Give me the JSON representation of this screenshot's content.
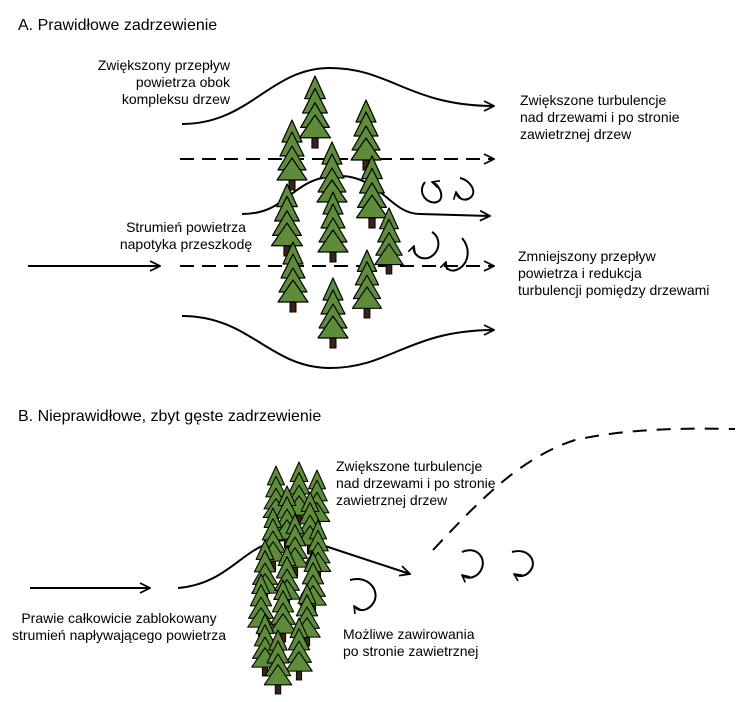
{
  "panel_a": {
    "heading": "A. Prawidłowe zadrzewienie",
    "label_upper_left": [
      "Zwiększony przepływ",
      "powietrza obok",
      "kompleksu drzew"
    ],
    "label_mid_left": [
      "Strumień powietrza",
      "napotyka przeszkodę"
    ],
    "label_upper_right": [
      "Zwiększone turbulencje",
      "nad drzewami i po stronie",
      "zawietrznej drzew"
    ],
    "label_lower_right": [
      "Zmniejszony przepływ",
      "powietrza i redukcja",
      "turbulencji pomiędzy drzewami"
    ]
  },
  "panel_b": {
    "heading": "B. Nieprawidłowe, zbyt gęste zadrzewienie",
    "label_top": [
      "Zwiększone turbulencje",
      "nad drzewami i po stronie",
      "zawietrznej drzew"
    ],
    "label_left": [
      "Prawie całkowicie zablokowany",
      "strumień napływającego powietrza"
    ],
    "label_bottom": [
      "Możliwe zawirowania",
      "po stronie zawietrznej"
    ]
  },
  "colors": {
    "tree_fill": "#5e8c3a",
    "trunk_fill": "#3b2416",
    "line": "#000000"
  }
}
